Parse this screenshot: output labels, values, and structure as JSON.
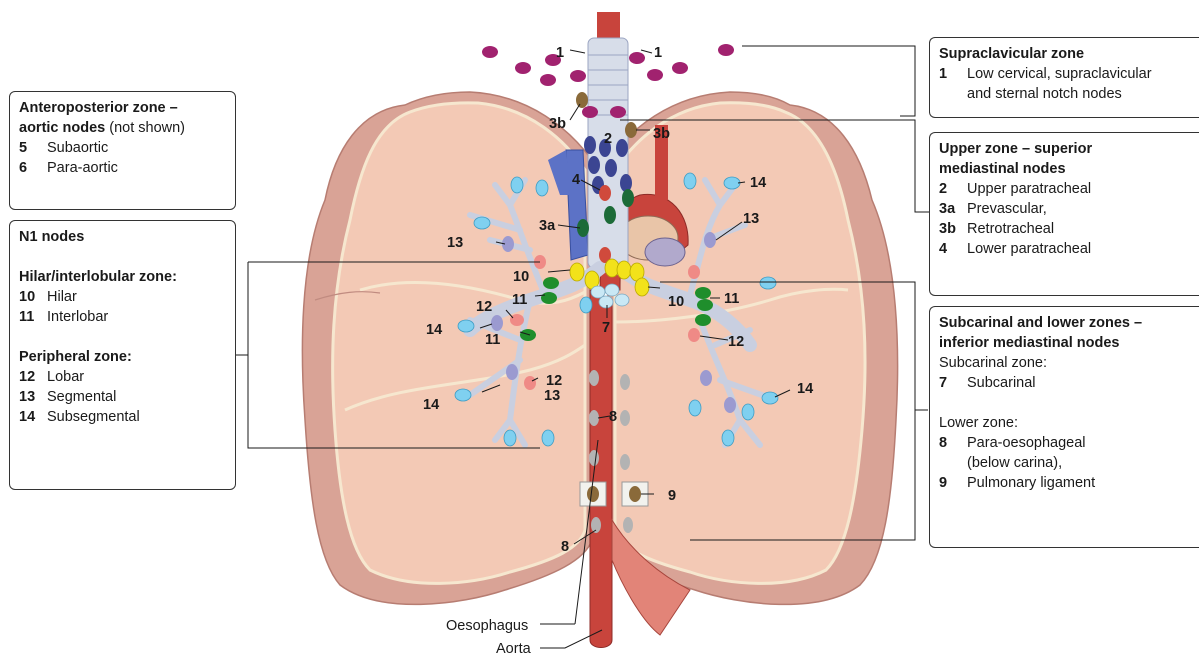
{
  "boxes": {
    "anteroposterior": {
      "title": "Anteroposterior zone –",
      "title2": "aortic nodes",
      "title_note": "(not shown)",
      "items": [
        {
          "num": "5",
          "label": "Subaortic"
        },
        {
          "num": "6",
          "label": "Para-aortic"
        }
      ]
    },
    "n1": {
      "title": "N1 nodes",
      "hilar_heading": "Hilar/interlobular zone:",
      "hilar_items": [
        {
          "num": "10",
          "label": "Hilar"
        },
        {
          "num": "11",
          "label": "Interlobar"
        }
      ],
      "peripheral_heading": "Peripheral zone:",
      "peripheral_items": [
        {
          "num": "12",
          "label": "Lobar"
        },
        {
          "num": "13",
          "label": "Segmental"
        },
        {
          "num": "14",
          "label": "Subsegmental"
        }
      ]
    },
    "supraclavicular": {
      "title": "Supraclavicular zone",
      "item_num": "1",
      "item_label_1": "Low cervical, supraclavicular",
      "item_label_2": "and sternal notch nodes"
    },
    "upper": {
      "title_1": "Upper zone – superior",
      "title_2": "mediastinal nodes",
      "items": [
        {
          "num": "2",
          "label": "Upper paratracheal"
        },
        {
          "num": "3a",
          "label": "Prevascular,"
        },
        {
          "num": "3b",
          "label": "Retrotracheal"
        },
        {
          "num": "4",
          "label": "Lower paratracheal"
        }
      ]
    },
    "lower": {
      "title_1": "Subcarinal and lower zones –",
      "title_2": "inferior mediastinal nodes",
      "subcarinal_heading": "Subcarinal zone:",
      "subcarinal_num": "7",
      "subcarinal_label": "Subcarinal",
      "lower_heading": "Lower zone:",
      "item8_num": "8",
      "item8_label_1": "Para-oesophageal",
      "item8_label_2": "(below carina),",
      "item9_num": "9",
      "item9_label": "Pulmonary ligament"
    }
  },
  "callouts": {
    "n1_left": "1",
    "n1_right": "1",
    "n2": "2",
    "n3b_left": "3b",
    "n3b_right": "3b",
    "n3a": "3a",
    "n4": "4",
    "n7": "7",
    "n8_mid": "8",
    "n8_low": "8",
    "n9": "9",
    "n10_left": "10",
    "n10_right": "10",
    "n11_left_top": "11",
    "n11_left_low": "11",
    "n11_right": "11",
    "n12_left_top": "12",
    "n12_left_low": "12",
    "n12_right": "12",
    "n13_left_top": "13",
    "n13_left_low": "13",
    "n13_right": "13",
    "n14_left_mid": "14",
    "n14_left_low": "14",
    "n14_right_top": "14",
    "n14_right_low": "14",
    "oesophagus": "Oesophagus",
    "aorta": "Aorta"
  },
  "colors": {
    "lung_outer": "#d9a396",
    "lung_inner": "#f3c9b5",
    "lung_border": "#f6e7cf",
    "aorta": "#c8443c",
    "trachea": "#d7dde9",
    "bronchi": "#c9cfe0",
    "node_supraclavicular": "#a1226f",
    "node_upper": "#3b4592",
    "node_retrotracheal": "#8a6a3a",
    "node_prevascular": "#1c6b38",
    "node_hilar": "#f2e21a",
    "node_interlobar": "#1f8e2c",
    "node_lobar": "#ef8a86",
    "node_segmental": "#9b9ad0",
    "node_subsegmental": "#7fd0f0",
    "node_subcarinal": "#c9e8f5",
    "node_paraoesophageal": "#b3b3b3",
    "svc": "#5c72c6"
  }
}
